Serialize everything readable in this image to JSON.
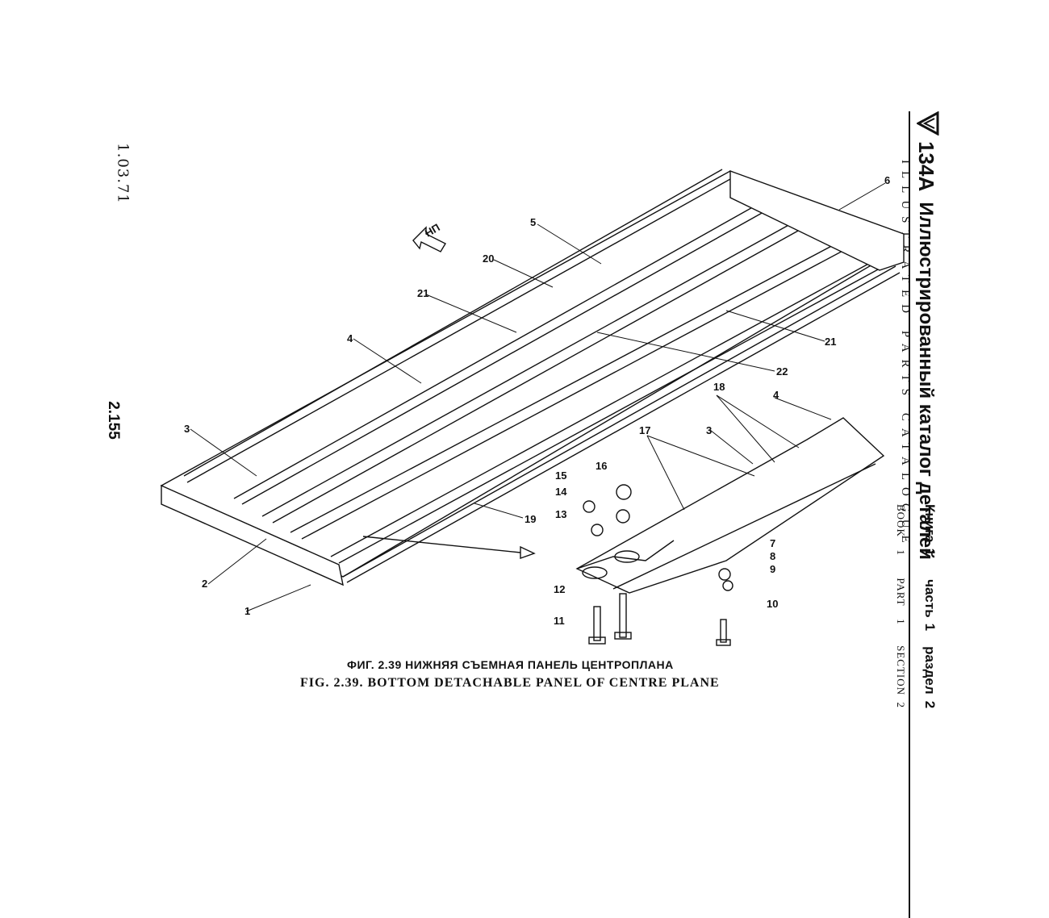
{
  "left_margin": {
    "date": "1.03.71",
    "page_number": "2.155"
  },
  "header": {
    "model": "134A",
    "title_ru": "Иллюстрированный каталог деталей",
    "title_en": "ILLUSTRATED PARTS CATALOGUE",
    "book_ru": [
      "Книга",
      "1",
      "часть",
      "1",
      "раздел",
      "2"
    ],
    "book_en": [
      "BOOK",
      "1",
      "PART",
      "1",
      "SECTION",
      "2"
    ]
  },
  "figure": {
    "direction_label": "НП",
    "callouts": [
      "1",
      "2",
      "3",
      "4",
      "5",
      "6",
      "7",
      "8",
      "9",
      "10",
      "11",
      "12",
      "13",
      "14",
      "15",
      "16",
      "17",
      "18",
      "19",
      "20",
      "21",
      "21",
      "22",
      "3",
      "4"
    ]
  },
  "caption": {
    "ru": "ФИГ. 2.39  НИЖНЯЯ СЪЕМНАЯ ПАНЕЛЬ ЦЕНТРОПЛАНА",
    "en": "FIG. 2.39. BOTTOM DETACHABLE PANEL OF CENTRE PLANE"
  }
}
